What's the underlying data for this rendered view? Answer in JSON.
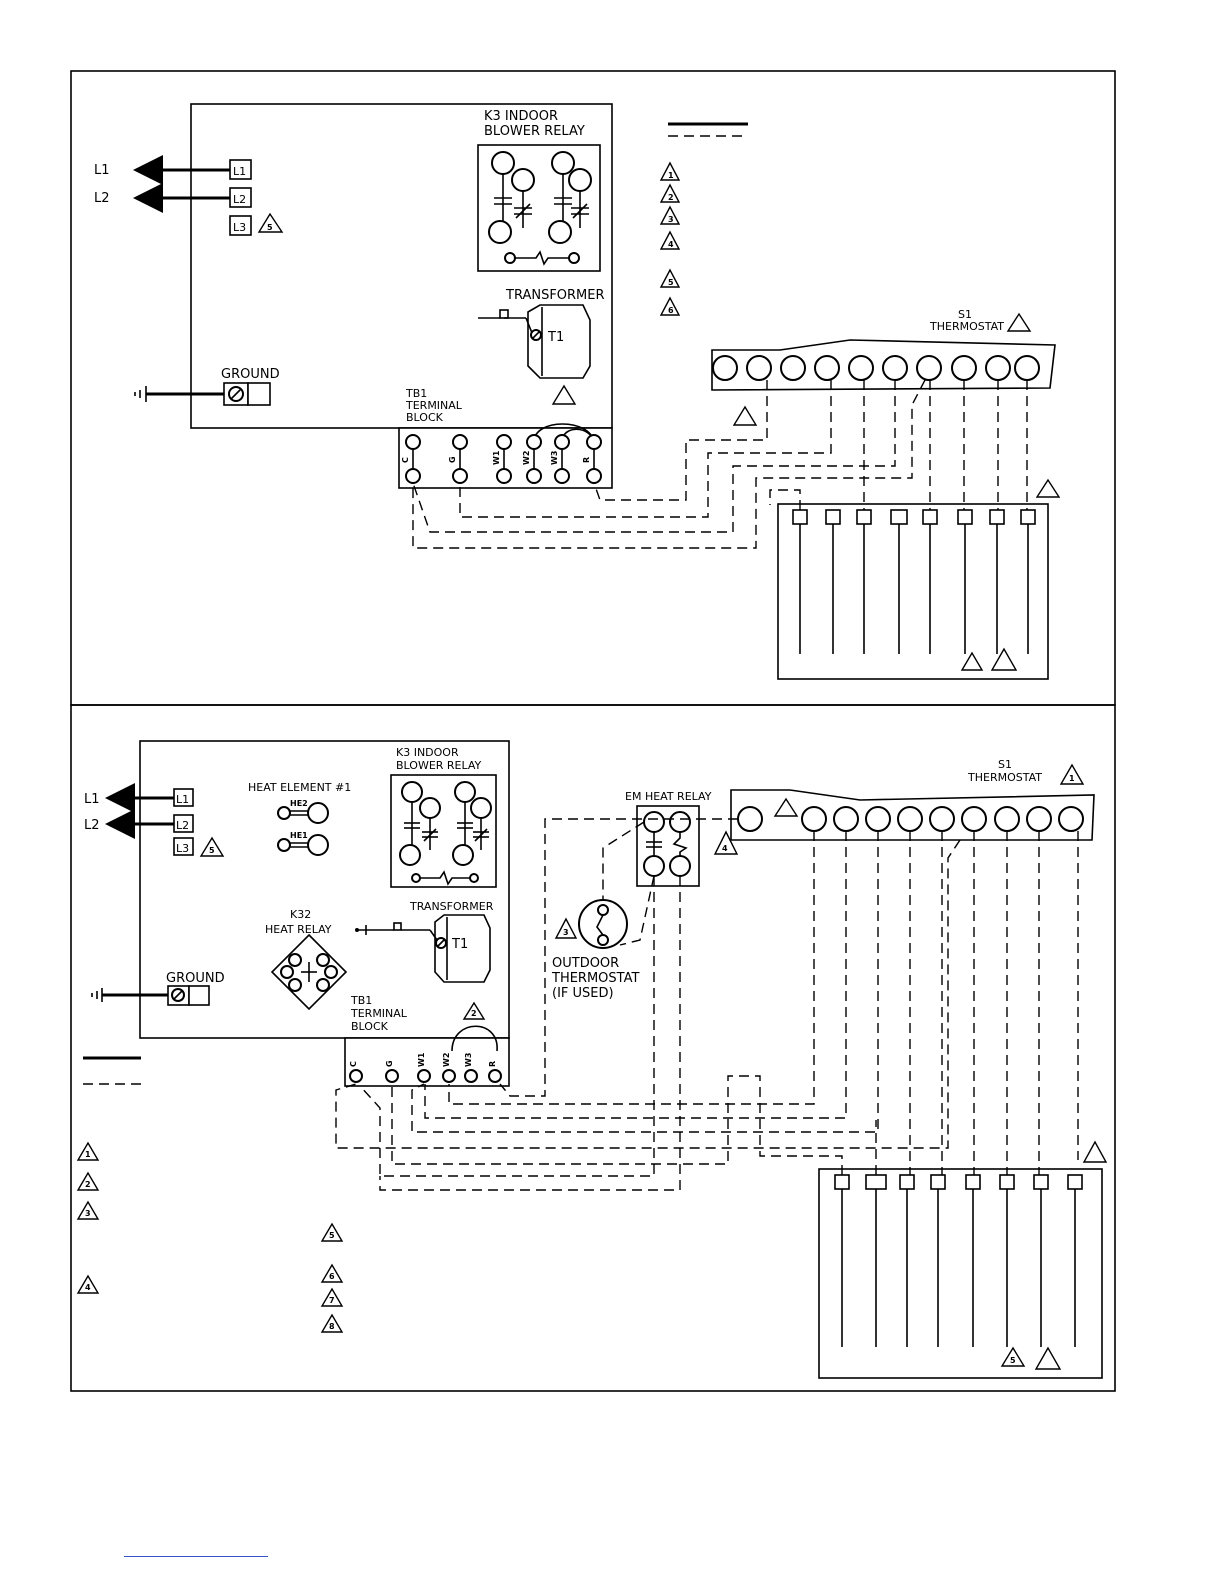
{
  "top": {
    "lines": [
      "L1",
      "L2",
      "L3"
    ],
    "line_terms": [
      "L1",
      "L2",
      "L3"
    ],
    "ground": "GROUND",
    "k3_label_1": "K3 INDOOR",
    "k3_label_2": "BLOWER RELAY",
    "transformer": "TRANSFORMER",
    "t1": "T1",
    "tb_label_1": "TB1",
    "tb_label_2": "TERMINAL",
    "tb_label_3": "BLOCK",
    "tb_terms": [
      "C",
      "G",
      "W1",
      "W2",
      "W3",
      "R"
    ],
    "s1_label_1": "S1",
    "s1_label_2": "THERMOSTAT",
    "l3_note": "5",
    "legend_notes": [
      "1",
      "2",
      "3",
      "4",
      "5",
      "6"
    ]
  },
  "bottom": {
    "lines": [
      "L1",
      "L2"
    ],
    "line_terms": [
      "L1",
      "L2",
      "L3"
    ],
    "ground": "GROUND",
    "heat_element": "HEAT ELEMENT #1",
    "he2": "HE2",
    "he1": "HE1",
    "k3_label_1": "K3 INDOOR",
    "k3_label_2": "BLOWER RELAY",
    "k32_label_1": "K32",
    "k32_label_2": "HEAT RELAY",
    "transformer": "TRANSFORMER",
    "t1": "T1",
    "tb_label_1": "TB1",
    "tb_label_2": "TERMINAL",
    "tb_label_3": "BLOCK",
    "tb_terms": [
      "C",
      "G",
      "W1",
      "W2",
      "W3",
      "R"
    ],
    "em_heat_relay": "EM HEAT RELAY",
    "outdoor_1": "OUTDOOR",
    "outdoor_2": "THERMOSTAT",
    "outdoor_3": "(IF USED)",
    "s1_label_1": "S1",
    "s1_label_2": "THERMOSTAT",
    "notes": {
      "tb_jumper": "2",
      "em_relay": "4",
      "outdoor": "3",
      "l3": "5",
      "s1": "1",
      "bottom_box": "5"
    },
    "legend_left": [
      "1",
      "2",
      "3",
      "4"
    ],
    "legend_right": [
      "5",
      "6",
      "7",
      "8"
    ]
  }
}
